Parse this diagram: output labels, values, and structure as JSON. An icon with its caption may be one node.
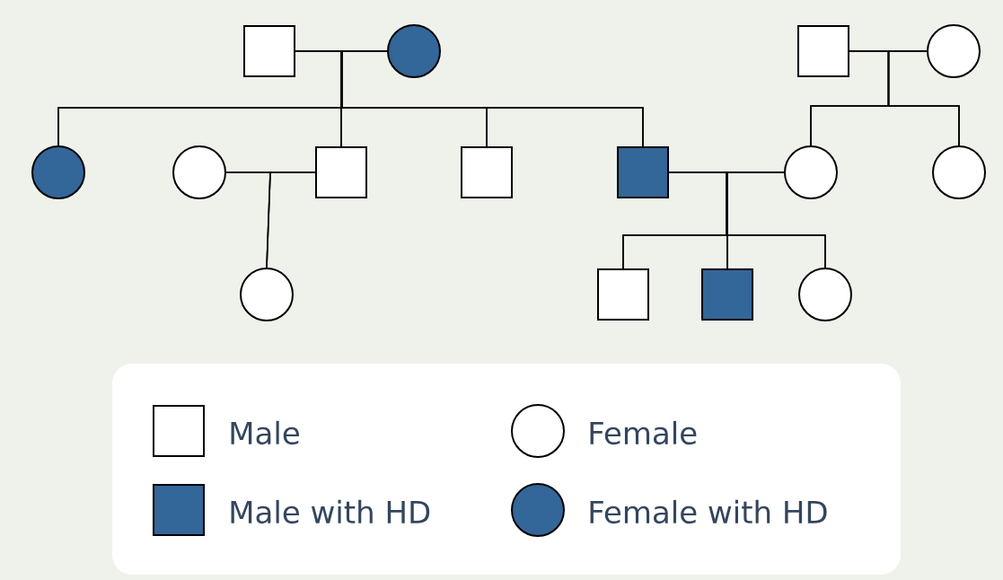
{
  "diagram": {
    "nodes": [
      {
        "text": [],
        "shape": "box"
      },
      {
        "text": [],
        "shape": "circle"
      },
      {
        "text": [],
        "shape": "box"
      },
      {
        "text": [],
        "shape": "circle"
      },
      {
        "text": [],
        "shape": "circle"
      },
      {
        "text": [],
        "shape": "circle"
      },
      {
        "text": [],
        "shape": "box"
      },
      {
        "text": [],
        "shape": "box"
      },
      {
        "text": [],
        "shape": "box"
      },
      {
        "text": [],
        "shape": "circle"
      },
      {
        "text": [],
        "shape": "circle"
      },
      {
        "text": [],
        "shape": "circle"
      },
      {
        "text": [],
        "shape": "box"
      },
      {
        "text": [],
        "shape": "box"
      },
      {
        "text": [],
        "shape": "circle"
      }
    ],
    "edges": [
      {
        "from": 0,
        "to": 1,
        "arrow": "none"
      },
      {
        "from": 0,
        "to": 4,
        "arrow": "none"
      },
      {
        "from": 1,
        "to": 4,
        "arrow": "none"
      },
      {
        "from": 0,
        "to": 6,
        "arrow": "none"
      },
      {
        "from": 1,
        "to": 6,
        "arrow": "none"
      },
      {
        "from": 0,
        "to": 7,
        "arrow": "none"
      },
      {
        "from": 1,
        "to": 7,
        "arrow": "none"
      },
      {
        "from": 0,
        "to": 8,
        "arrow": "none"
      },
      {
        "from": 1,
        "to": 8,
        "arrow": "none"
      },
      {
        "from": 2,
        "to": 3,
        "arrow": "none"
      },
      {
        "from": 2,
        "to": 9,
        "arrow": "none"
      },
      {
        "from": 3,
        "to": 9,
        "arrow": "none"
      },
      {
        "from": 2,
        "to": 10,
        "arrow": "none"
      },
      {
        "from": 3,
        "to": 10,
        "arrow": "none"
      },
      {
        "from": 5,
        "to": 6,
        "arrow": "none"
      },
      {
        "from": 5,
        "to": 11,
        "arrow": "none"
      },
      {
        "from": 6,
        "to": 11,
        "arrow": "none"
      },
      {
        "from": 8,
        "to": 9,
        "arrow": "none"
      },
      {
        "from": 8,
        "to": 12,
        "arrow": "none"
      },
      {
        "from": 9,
        "to": 12,
        "arrow": "none"
      },
      {
        "from": 8,
        "to": 13,
        "arrow": "none"
      },
      {
        "from": 9,
        "to": 13,
        "arrow": "none"
      },
      {
        "from": 8,
        "to": 14,
        "arrow": "none"
      },
      {
        "from": 9,
        "to": 14,
        "arrow": "none"
      }
    ],
    "legend": [
      {
        "text": "Male"
      },
      {
        "text": "Female"
      },
      {
        "text": "Male with HD"
      },
      {
        "text": "Female with HD"
      }
    ]
  }
}
